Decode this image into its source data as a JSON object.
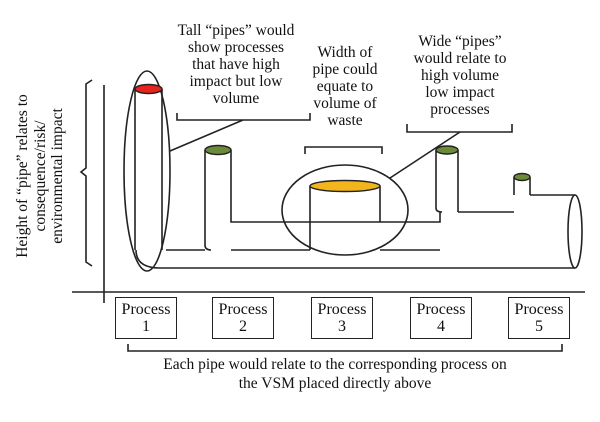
{
  "y_axis_label": "Height of “pipe” relates to\nconsequence/risk/\nenvironmental impact",
  "annotations": {
    "tall_pipes": "Tall “pipes” would\nshow processes\nthat have high\nimpact but low\nvolume",
    "width_of_pipe": "Width of\npipe could\nequate to\nvolume of\nwaste",
    "wide_pipes": "Wide “pipes”\nwould relate to\nhigh volume\nlow impact\nprocesses"
  },
  "processes": [
    {
      "word": "Process",
      "number": "1"
    },
    {
      "word": "Process",
      "number": "2"
    },
    {
      "word": "Process",
      "number": "3"
    },
    {
      "word": "Process",
      "number": "4"
    },
    {
      "word": "Process",
      "number": "5"
    }
  ],
  "footer": "Each pipe would relate to the corresponding process on\nthe VSM placed directly above",
  "colors": {
    "pipe1_cap": "#e8231b",
    "pipe2_cap": "#6b8a3a",
    "pipe3_cap": "#f2b51c",
    "pipe4_cap": "#6b8a3a",
    "pipe5_cap": "#6b8a3a",
    "line": "#222222"
  }
}
